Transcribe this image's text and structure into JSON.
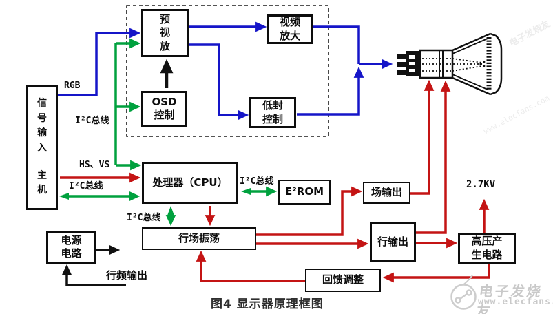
{
  "figure": {
    "caption": "图4 显示器原理框图"
  },
  "labels": {
    "rgb": "RGB",
    "hs_vs": "HS、VS",
    "i2c_bus": "I²C总线",
    "hv": "2.7KV",
    "line_freq_output": "行频输出"
  },
  "boxes": {
    "signal_input_host": {
      "line1": "信号输入",
      "line2": "主机"
    },
    "pre_video_amp": {
      "line1": "预",
      "line2": "视",
      "line3": "放"
    },
    "osd_control": {
      "line1": "OSD",
      "line2": "控制"
    },
    "video_amp": {
      "line1": "视频",
      "line2": "放大"
    },
    "blanking_control": {
      "line1": "低封",
      "line2": "控制"
    },
    "cpu": {
      "line1": "处理器（CPU）"
    },
    "eeprom": {
      "line1": "E²ROM"
    },
    "field_output": {
      "line1": "场输出"
    },
    "line_output": {
      "line1": "行输出"
    },
    "hv_generator": {
      "line1": "高压产",
      "line2": "生电路"
    },
    "feedback_adjust": {
      "line1": "回馈调整"
    },
    "line_field_osc": {
      "line1": "行场振荡"
    },
    "power_circuit": {
      "line1": "电源",
      "line2": "电路"
    }
  },
  "watermark": {
    "brand": "电子发烧友",
    "url": "www.elecfans.com"
  },
  "colors": {
    "blue": "#1515c8",
    "green": "#00a13e",
    "red": "#c41414",
    "black": "#111111"
  }
}
